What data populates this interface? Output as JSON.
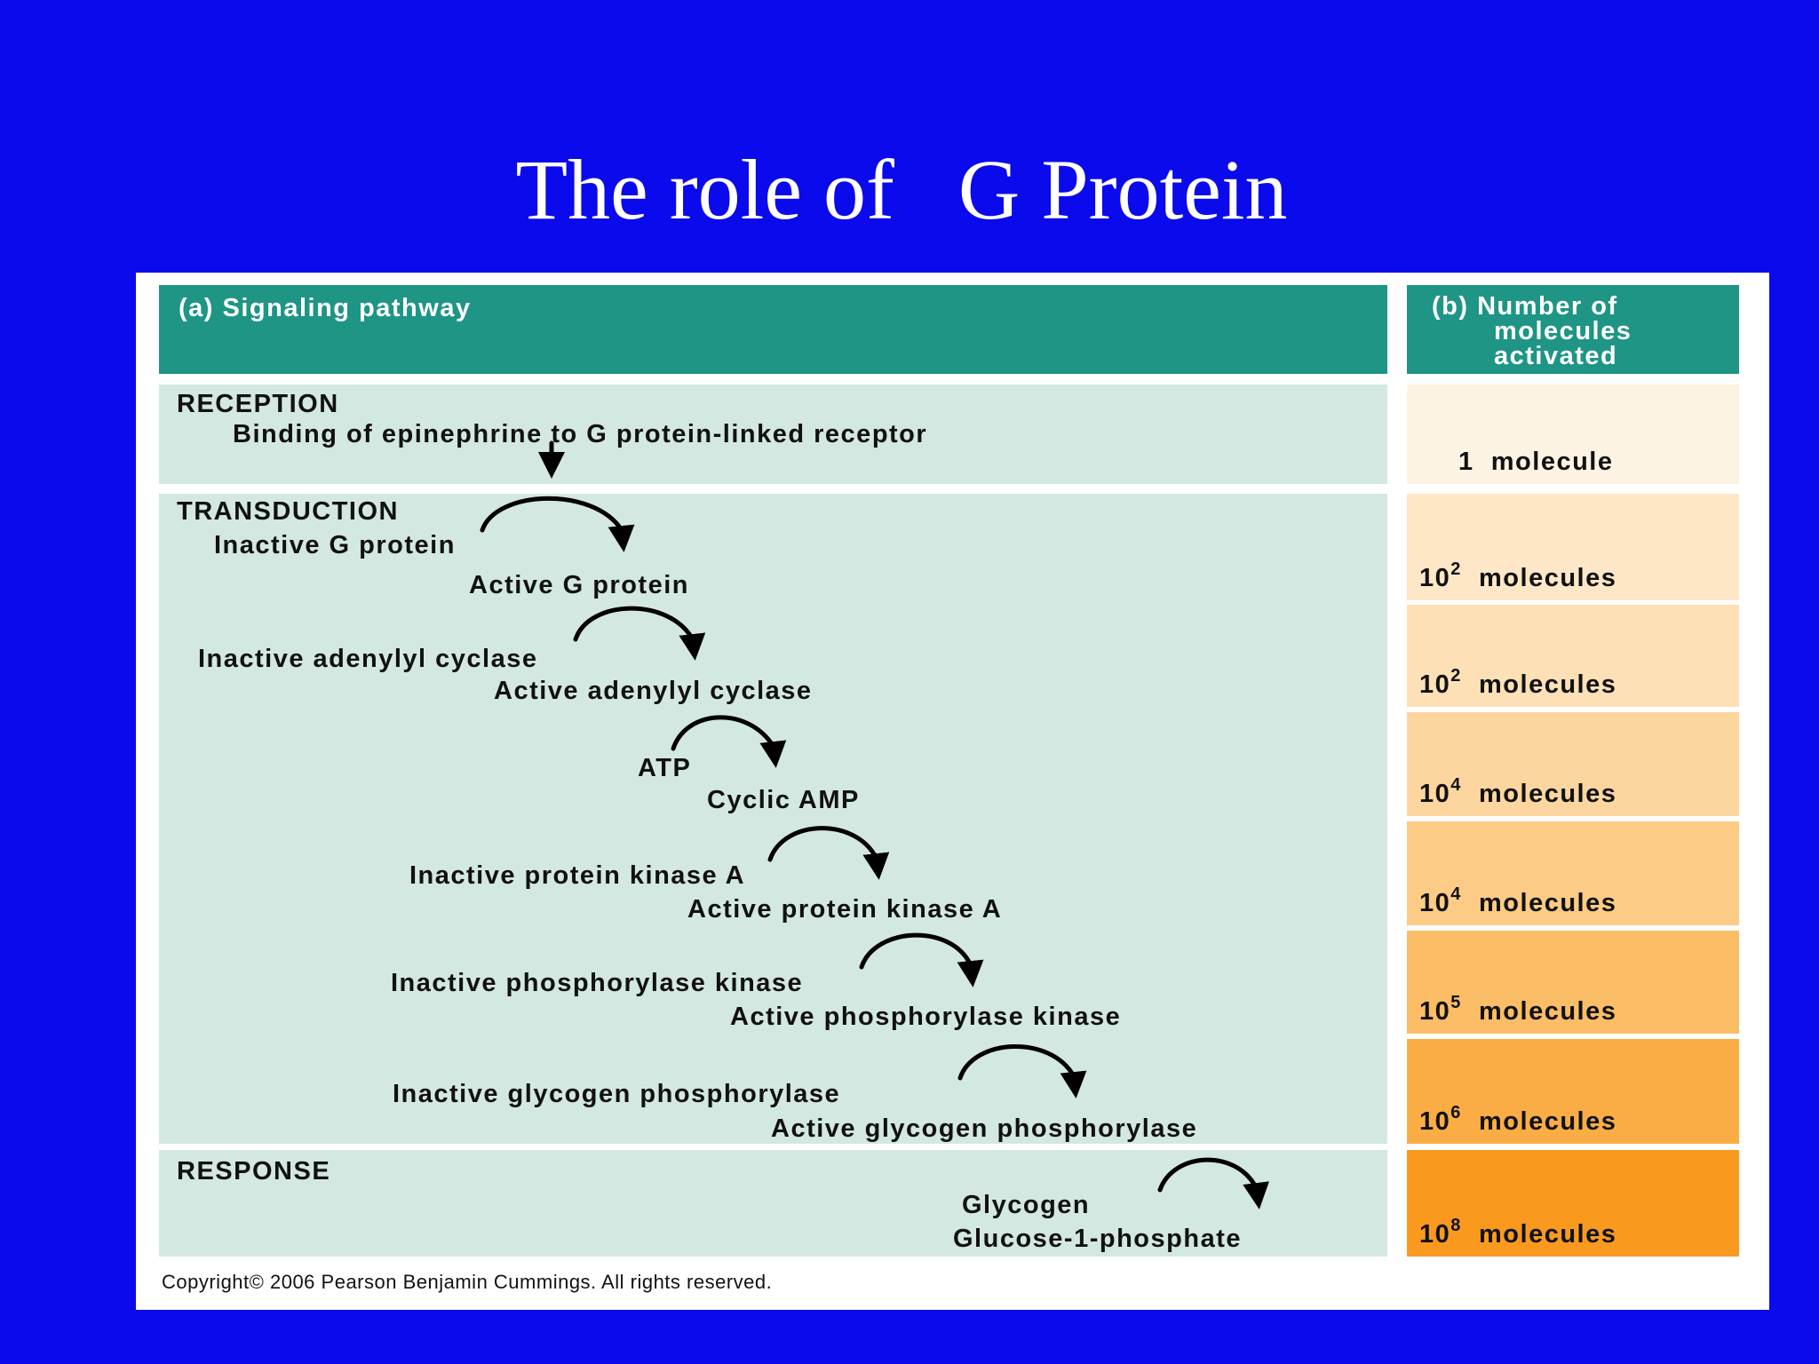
{
  "slide": {
    "title": "The role of   G Protein"
  },
  "figure": {
    "header_a": "(a) Signaling pathway",
    "header_b_lines": [
      "(b) Number of",
      "molecules",
      "activated"
    ],
    "stages": {
      "reception": "RECEPTION",
      "transduction": "TRANSDUCTION",
      "response": "RESPONSE"
    },
    "pathway": [
      "Binding of epinephrine to G protein-linked receptor",
      "Inactive G protein",
      "Active G protein",
      "Inactive adenylyl cyclase",
      "Active adenylyl cyclase",
      "ATP",
      "Cyclic AMP",
      "Inactive protein kinase A",
      "Active protein kinase A",
      "Inactive phosphorylase kinase",
      "Active phosphorylase kinase",
      "Inactive glycogen phosphorylase",
      "Active glycogen phosphorylase",
      "Glycogen",
      "Glucose-1-phosphate"
    ],
    "counts": [
      {
        "base": "1",
        "exp": "",
        "unit": "molecule",
        "color": "#fdf3e3"
      },
      {
        "base": "10",
        "exp": "2",
        "unit": "molecules",
        "color": "#fde7c6"
      },
      {
        "base": "10",
        "exp": "2",
        "unit": "molecules",
        "color": "#fde0b5"
      },
      {
        "base": "10",
        "exp": "4",
        "unit": "molecules",
        "color": "#fdd69f"
      },
      {
        "base": "10",
        "exp": "4",
        "unit": "molecules",
        "color": "#fccb85"
      },
      {
        "base": "10",
        "exp": "5",
        "unit": "molecules",
        "color": "#fbbd66"
      },
      {
        "base": "10",
        "exp": "6",
        "unit": "molecules",
        "color": "#fbad45"
      },
      {
        "base": "10",
        "exp": "8",
        "unit": "molecules",
        "color": "#f99a1f"
      }
    ],
    "copyright": "Copyright© 2006 Pearson Benjamin Cummings. All rights reserved."
  }
}
